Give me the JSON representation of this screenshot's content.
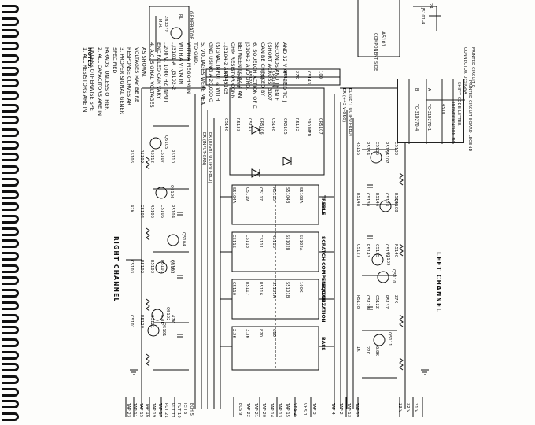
{
  "page": {
    "title": "Preamplifier circuit schematic (rotated scan)"
  },
  "notes": {
    "heading": "NOTES:",
    "lines": [
      "1. ALL RESISTORS ARE IN",
      "    UNLESS OTHERWISE SPE",
      "2. ALL CAPACITORS ARE IN",
      "    FARADS, UNLESS OTHER",
      "    SPECIFIED",
      "3. PROPER SIGNAL GENER",
      "    RESPONSE CURVES AR",
      "    VOLTAGES MAY BE RE",
      "    AS SHOWN.",
      "4. A.C. SIGNAL VOLTAGES",
      "    ENCIRCLED CAN VARY",
      "    ..200 V, 1000 HZ INPUT",
      "    ..J3101-A  ..J3102-2",
      "    WITH A VTVM IN",
      "    WITH A MEGOHM IN",
      "    TO GND.",
      "5. VOLTAGES WERE MEA",
      "    GND USING A 20,000 O",
      "    (SIGNAL INPUT & WITH",
      "    ..J3104-2 AND J3105",
      "    OHM RESISTOR CONN",
      "    BETWEEN J3104-4 AN",
      "    J3104-2 AND GND.",
      "6. SQUELCH ACTION OF C",
      "    CAN BE CHECKED BY",
      "    (SHORT ACROSS J3107",
      "    SECONDS AND THEN F",
      "    AND 32 V APPLIED TO J"
    ]
  },
  "generator": {
    "label": "GENERATOR",
    "parts": [
      "2N3379",
      "M.H.",
      "RL"
    ]
  },
  "board_label": {
    "assy": "A5101",
    "sub": "COMPONENT SIDE",
    "printed": "PRINTED CIRCUIT B",
    "connector": "CONNECTOR DESIGNA",
    "jack": "J5101-4",
    "pin": "24"
  },
  "legend": {
    "title": "PRINTED CIRCUIT BOARD LEGEND",
    "col1": "SHIP'T CODE LETTER",
    "col2": "IDENTIFICATION NO.",
    "rows": [
      {
        "code": "",
        "id": "4510"
      },
      {
        "code": "A",
        "id": "TC-319270-1"
      },
      {
        "code": "B",
        "id": "TC-319270-4"
      }
    ]
  },
  "channels": {
    "right": "RIGHT CHANNEL",
    "left": "LEFT CHANNEL"
  },
  "sections": {
    "treble": "TREBLE",
    "scratch": "SCRATCH COMPENSATOR",
    "equalization": "EQUALIZATION",
    "bass": "BASS"
  },
  "outputs": {
    "right_out": "ER (RIGHT OUTPUT-BLU)",
    "right_in": "ER (INPUT-GRN)",
    "left_out": "EL (LEFT OUTPUT-RED)",
    "left_in": "ER (+43 V-ORG)"
  },
  "top_labels": [
    "R5124",
    "CR5103",
    "R5125",
    "27K",
    "CR5104",
    "R5127",
    "27K",
    "C5143",
    "100",
    "C5146",
    "R5133",
    "C5147",
    "CR5106",
    "C5148",
    "CR5105",
    "R5132",
    "390 MFD",
    "CR5107"
  ],
  "left_transistors": [
    "Q5105",
    "Q5106",
    "Q5104",
    "Q5103",
    "Q5102",
    "Q5101"
  ],
  "right_transistors": [
    "Q5107",
    "Q5108",
    "Q5109",
    "Q5110",
    "Q5111"
  ],
  "left_components": [
    "R5106",
    "R5109",
    "R5112",
    "C5107",
    "R5110",
    "47K",
    "C5104",
    "R5105",
    "C5106",
    "R5104",
    "C5103",
    "R5102",
    "R5103",
    "R5101",
    "C5102",
    "C5101",
    "R5120",
    "C5121",
    "6.8K",
    "47K"
  ],
  "right_components": [
    "R5156",
    "R5154",
    "C5135",
    "R5151",
    "C5133",
    "R5148",
    "C5130",
    "R5146",
    "C5128",
    "R5145",
    "C5127",
    "R5143",
    "C5125",
    "C5124",
    "R5140",
    "R5138",
    "C5123",
    "C5122",
    "R5137",
    "27K",
    "1K",
    "22K",
    "6.8K"
  ],
  "center_components": [
    "S5104A",
    "C5119",
    "C5117",
    "R5115",
    "S5104B",
    "S5103A",
    "C5115",
    "C5113",
    "C5111",
    "R5113",
    "S5102B",
    "S5102A",
    "C5110",
    "R5117",
    "R5116",
    "S5101A",
    "S5101B",
    "100K",
    "2.2K",
    "3.3K",
    "820",
    "680"
  ],
  "bottom_pins": [
    "TAP 23",
    "TAP 11",
    "TAP 15",
    "TAP 16",
    "TAP 19",
    "TAP 17",
    "PUT 21",
    "PUT 11",
    "PUT 10",
    "ICH 6",
    "ECH 5",
    "ECS 9",
    "TAP 22",
    "TAP 21",
    "TAP 20",
    "TAP 14",
    "TAP 13",
    "TAP 15",
    "VHS 2",
    "VHS 1",
    "TAP 3",
    "TAP 4",
    "TAP 2",
    "TAP 13",
    "TAP 12",
    "33 V",
    "32 V",
    "31 V"
  ]
}
